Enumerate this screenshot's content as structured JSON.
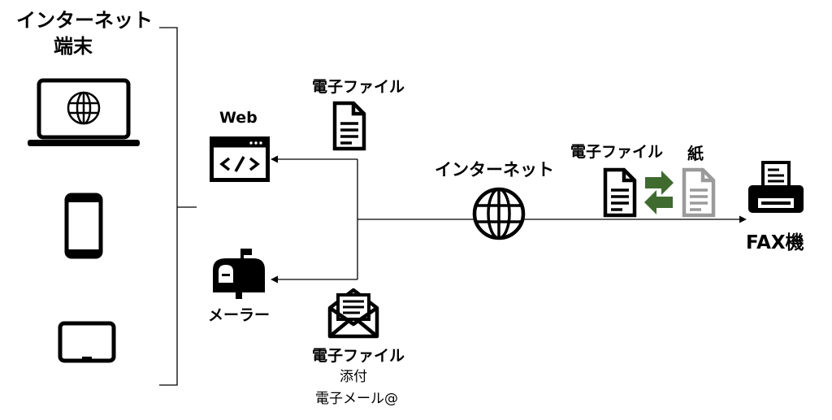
{
  "terminal": {
    "title_line1": "インターネット",
    "title_line2": "端末"
  },
  "web": {
    "label": "Web"
  },
  "mailer": {
    "label": "メーラー"
  },
  "file_top": {
    "label": "電子ファイル"
  },
  "file_mail": {
    "label": "電子ファイル",
    "attach": "添付",
    "email": "電子メール@"
  },
  "internet": {
    "label": "インターネット"
  },
  "file_right": {
    "label": "電子ファイル"
  },
  "paper": {
    "label": "紙"
  },
  "fax": {
    "label": "FAX機"
  },
  "colors": {
    "convert_arrows": "#3f6b2f",
    "paper_doc": "#9a9a9a",
    "line": "#000000"
  }
}
